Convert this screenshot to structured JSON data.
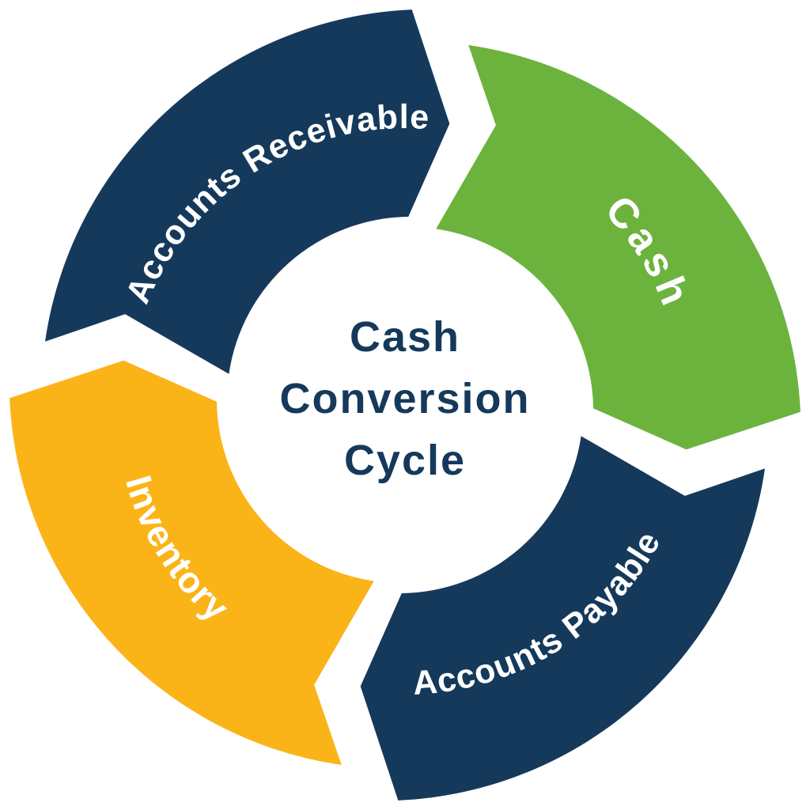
{
  "diagram": {
    "type": "cycle",
    "direction": "clockwise",
    "background_color": "#FFFFFF",
    "center_title": {
      "lines": [
        "Cash",
        "Conversion",
        "Cycle"
      ],
      "color": "#15395B"
    },
    "label_text_color": "#FFFFFF",
    "segments": [
      {
        "label": "Accounts Receivable",
        "color": "#15395B",
        "position": "top-left"
      },
      {
        "label": "Cash",
        "color": "#6CB33E",
        "position": "top-right"
      },
      {
        "label": "Accounts Payable",
        "color": "#15395B",
        "position": "bottom-right"
      },
      {
        "label": "Inventory",
        "color": "#FBB418",
        "position": "bottom-left"
      }
    ]
  }
}
